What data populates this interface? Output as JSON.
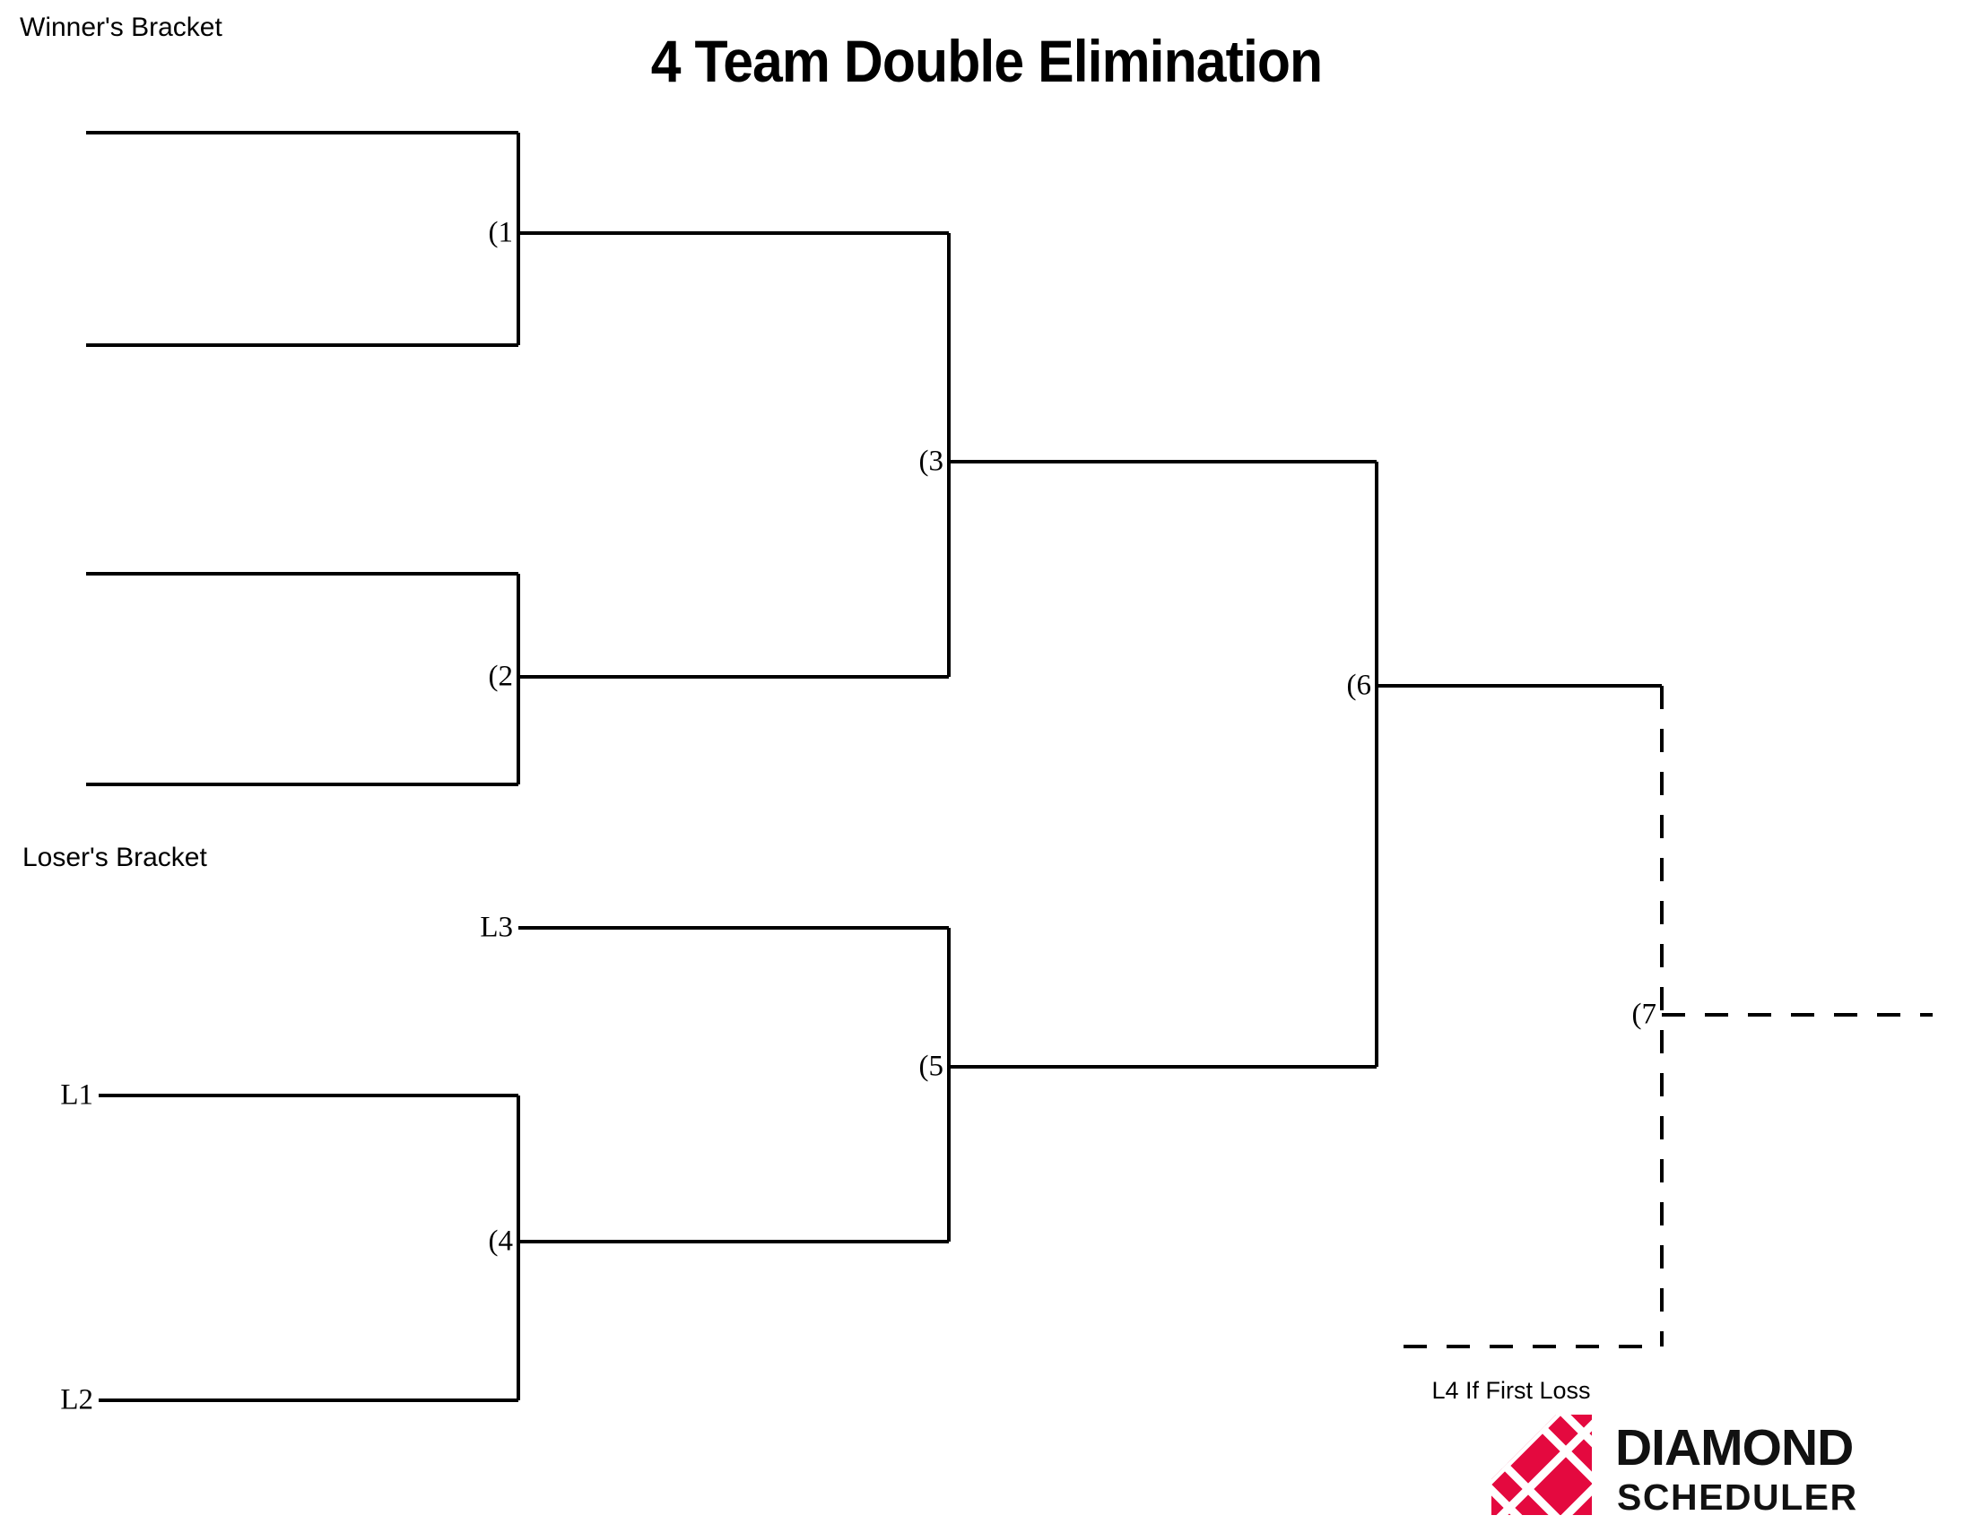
{
  "document": {
    "title": "4 Team Double Elimination",
    "background_color": "#ffffff",
    "line_color": "#000000"
  },
  "sections": {
    "winners_bracket_label": "Winner's Bracket",
    "losers_bracket_label": "Loser's Bracket"
  },
  "winners_bracket": {
    "games": [
      {
        "id": "g1",
        "label": "(1"
      },
      {
        "id": "g2",
        "label": "(2"
      },
      {
        "id": "g3",
        "label": "(3"
      },
      {
        "id": "g6",
        "label": "(6"
      }
    ]
  },
  "losers_bracket": {
    "seeds": [
      {
        "id": "l3",
        "label": "L3"
      },
      {
        "id": "l1",
        "label": "L1"
      },
      {
        "id": "l2",
        "label": "L2"
      }
    ],
    "games": [
      {
        "id": "g4",
        "label": "(4"
      },
      {
        "id": "g5",
        "label": "(5"
      }
    ]
  },
  "final": {
    "if_game": {
      "id": "g7",
      "label": "(7",
      "style": "dashed"
    },
    "feeder_note": "L4 If First Loss"
  },
  "logo": {
    "name_primary": "DIAMOND",
    "name_secondary": "SCHEDULER",
    "mark_color": "#E4093F",
    "text_color": "#111111"
  }
}
